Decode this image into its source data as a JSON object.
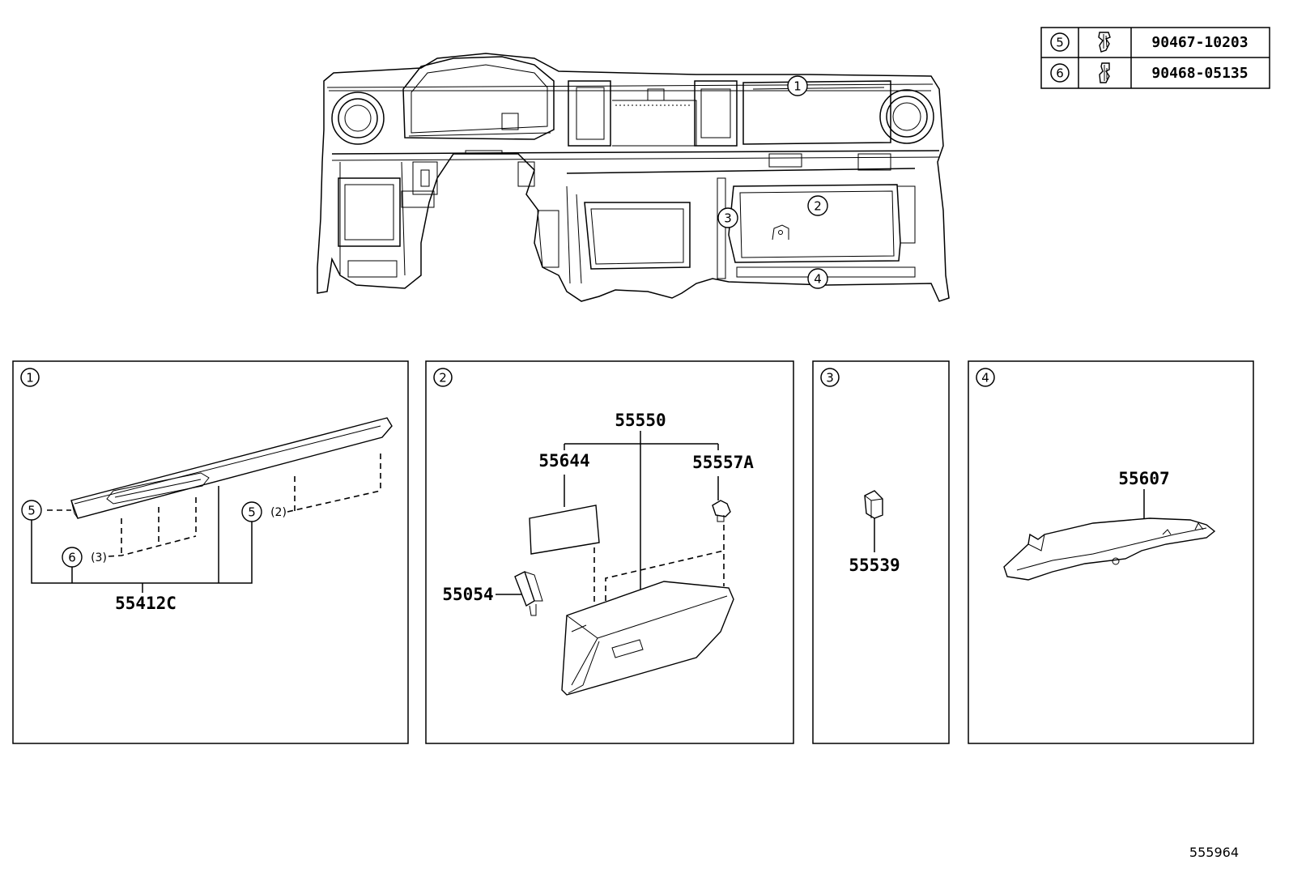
{
  "fastener_table": [
    {
      "ref": "5",
      "icon": "clip-icon",
      "part_number": "90467-10203"
    },
    {
      "ref": "6",
      "icon": "clip-icon",
      "part_number": "90468-05135"
    }
  ],
  "overview": {
    "callouts": [
      "1",
      "2",
      "3",
      "4"
    ]
  },
  "panels": [
    {
      "ref": "1",
      "parts": {
        "main": "55412C"
      },
      "fasteners": [
        {
          "ref": "5",
          "qty": ""
        },
        {
          "ref": "5",
          "qty": "(2)"
        },
        {
          "ref": "6",
          "qty": "(3)"
        }
      ]
    },
    {
      "ref": "2",
      "parts": {
        "assembly": "55550",
        "lid": "55644",
        "lock": "55557A",
        "damper": "55054"
      }
    },
    {
      "ref": "3",
      "parts": {
        "main": "55539"
      }
    },
    {
      "ref": "4",
      "parts": {
        "main": "55607"
      }
    }
  ],
  "diagram_code": "555964"
}
